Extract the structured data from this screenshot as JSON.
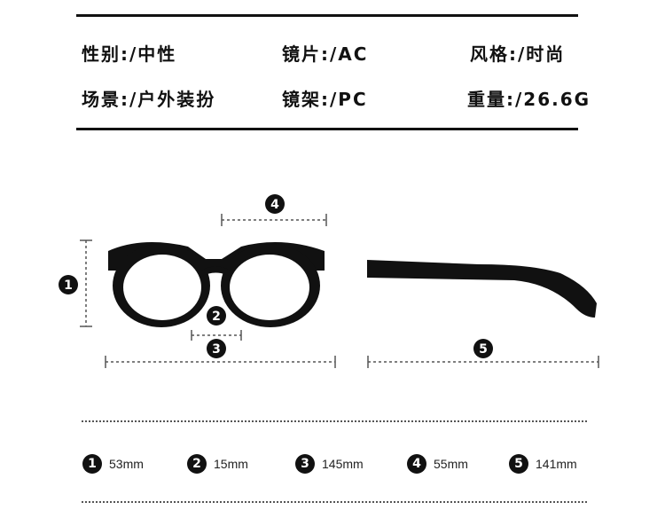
{
  "specs": {
    "gender": "性别:/中性",
    "lens": "镜片:/AC",
    "style": "风格:/时尚",
    "scene": "场景:/户外装扮",
    "frame": "镜架:/PC",
    "weight": "重量:/26.6G"
  },
  "markers": {
    "m1": "1",
    "m2": "2",
    "m3": "3",
    "m4": "4",
    "m5": "5"
  },
  "legend": [
    {
      "num": "1",
      "value": "53mm"
    },
    {
      "num": "2",
      "value": "15mm"
    },
    {
      "num": "3",
      "value": "145mm"
    },
    {
      "num": "4",
      "value": "55mm"
    },
    {
      "num": "5",
      "value": "141mm"
    }
  ],
  "colors": {
    "ink": "#111111",
    "dim": "#555555",
    "background": "#ffffff"
  }
}
